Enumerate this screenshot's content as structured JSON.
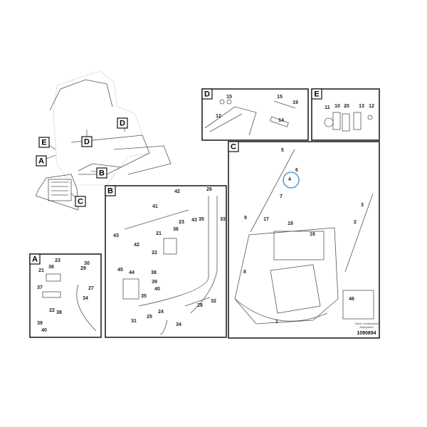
{
  "diagram": {
    "overview_callouts": [
      "D",
      "D",
      "E",
      "A",
      "B",
      "C"
    ],
    "panels": {
      "D": {
        "title": "D",
        "labels": [
          "15",
          "12",
          "15",
          "19",
          "14"
        ]
      },
      "E": {
        "title": "E",
        "labels": [
          "11",
          "10",
          "20",
          "13",
          "12"
        ]
      },
      "C": {
        "title": "C",
        "labels": [
          "5",
          "6",
          "4",
          "7",
          "3",
          "2",
          "9",
          "17",
          "18",
          "16",
          "8",
          "1",
          "46"
        ]
      },
      "B": {
        "title": "B",
        "labels": [
          "42",
          "41",
          "43",
          "42",
          "43",
          "26",
          "35",
          "33",
          "23",
          "36",
          "21",
          "22",
          "38",
          "39",
          "40",
          "45",
          "44",
          "35",
          "32",
          "28",
          "24",
          "25",
          "31",
          "34"
        ]
      },
      "A": {
        "title": "A",
        "labels": [
          "23",
          "30",
          "29",
          "21",
          "36",
          "27",
          "37",
          "34",
          "22",
          "38",
          "39",
          "40"
        ]
      }
    },
    "highlighted_item": "4",
    "highlight_color": "#6aa6d8",
    "footer": {
      "company_line1": "Volvo Construction",
      "company_line2": "Equipment",
      "drawing_number": "1090894"
    }
  }
}
